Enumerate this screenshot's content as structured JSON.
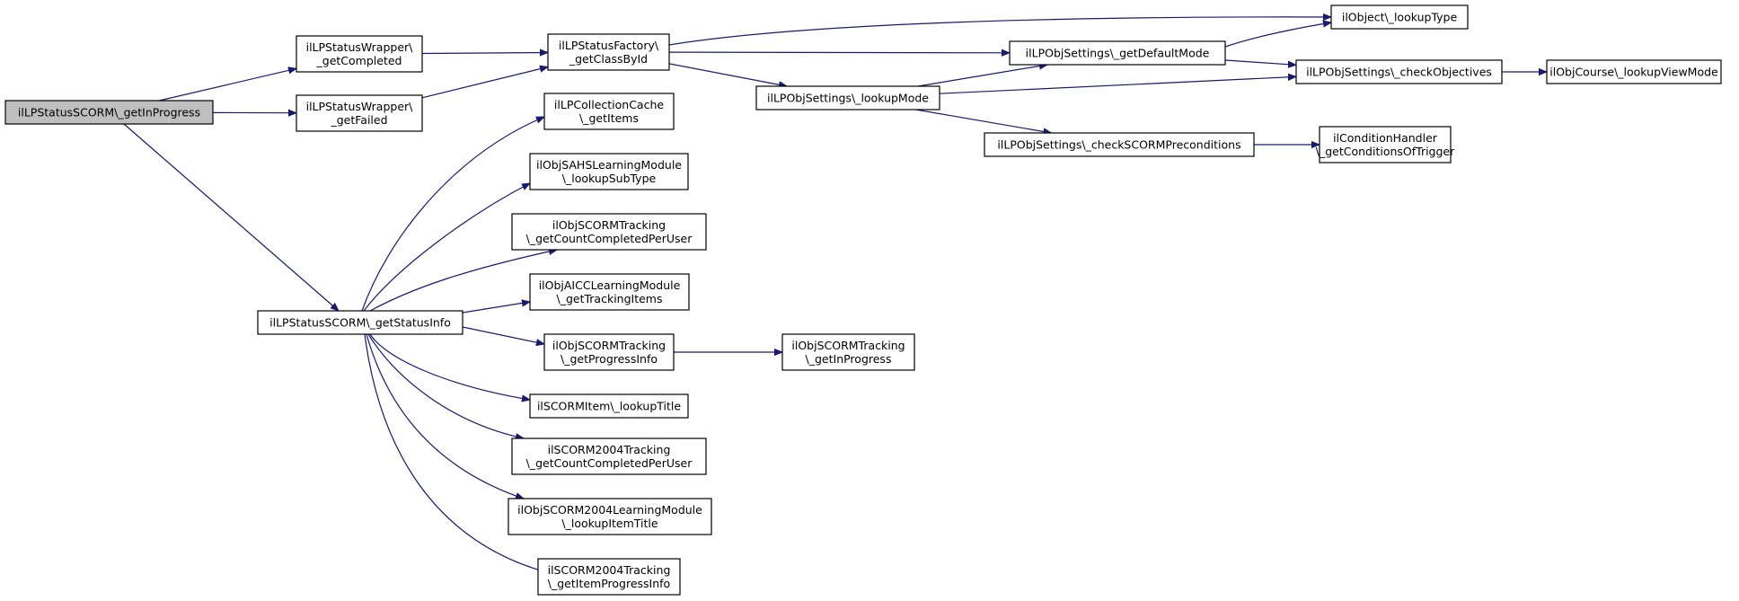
{
  "nodes": {
    "root": [
      "ilLPStatusSCORM\\_getInProgress"
    ],
    "wrap_completed": [
      "ilLPStatusWrapper\\",
      "_getCompleted"
    ],
    "wrap_failed": [
      "ilLPStatusWrapper\\",
      "_getFailed"
    ],
    "factory": [
      "ilLPStatusFactory\\",
      "_getClassById"
    ],
    "lookup_type": [
      "ilObject\\_lookupType"
    ],
    "default_mode": [
      "ilLPObjSettings\\_getDefaultMode"
    ],
    "check_objectives": [
      "ilLPObjSettings\\_checkObjectives"
    ],
    "lookup_view_mode": [
      "ilObjCourse\\_lookupViewMode"
    ],
    "lookup_mode": [
      "ilLPObjSettings\\_lookupMode"
    ],
    "check_scorm_pre": [
      "ilLPObjSettings\\_checkSCORMPreconditions"
    ],
    "conditions_trigger": [
      "ilConditionHandler",
      "\\_getConditionsOfTrigger"
    ],
    "status_info": [
      "ilLPStatusSCORM\\_getStatusInfo"
    ],
    "collection_items": [
      "ilLPCollectionCache",
      "\\_getItems"
    ],
    "sahs_subtype": [
      "ilObjSAHSLearningModule",
      "\\_lookupSubType"
    ],
    "scorm_count_completed": [
      "ilObjSCORMTracking",
      "\\_getCountCompletedPerUser"
    ],
    "aicc_tracking_items": [
      "ilObjAICCLearningModule",
      "\\_getTrackingItems"
    ],
    "scorm_progress_info": [
      "ilObjSCORMTracking",
      "\\_getProgressInfo"
    ],
    "scorm_in_progress": [
      "ilObjSCORMTracking",
      "\\_getInProgress"
    ],
    "scorm_item_title": [
      "ilSCORMItem\\_lookupTitle"
    ],
    "s2004_count_completed": [
      "ilSCORM2004Tracking",
      "\\_getCountCompletedPerUser"
    ],
    "s2004_lm_item_title": [
      "ilObjSCORM2004LearningModule",
      "\\_lookupItemTitle"
    ],
    "s2004_item_progress": [
      "ilSCORM2004Tracking",
      "\\_getItemProgressInfo"
    ]
  },
  "edges": [
    [
      "root",
      "wrap_completed"
    ],
    [
      "root",
      "wrap_failed"
    ],
    [
      "root",
      "status_info"
    ],
    [
      "wrap_completed",
      "factory"
    ],
    [
      "wrap_failed",
      "factory"
    ],
    [
      "factory",
      "lookup_type"
    ],
    [
      "factory",
      "default_mode"
    ],
    [
      "factory",
      "lookup_mode"
    ],
    [
      "default_mode",
      "lookup_type"
    ],
    [
      "default_mode",
      "check_objectives"
    ],
    [
      "lookup_mode",
      "default_mode"
    ],
    [
      "lookup_mode",
      "check_objectives"
    ],
    [
      "lookup_mode",
      "check_scorm_pre"
    ],
    [
      "check_objectives",
      "lookup_view_mode"
    ],
    [
      "check_scorm_pre",
      "conditions_trigger"
    ],
    [
      "status_info",
      "collection_items"
    ],
    [
      "status_info",
      "sahs_subtype"
    ],
    [
      "status_info",
      "scorm_count_completed"
    ],
    [
      "status_info",
      "aicc_tracking_items"
    ],
    [
      "status_info",
      "scorm_progress_info"
    ],
    [
      "status_info",
      "scorm_item_title"
    ],
    [
      "status_info",
      "s2004_count_completed"
    ],
    [
      "status_info",
      "s2004_lm_item_title"
    ],
    [
      "status_info",
      "s2004_item_progress"
    ],
    [
      "scorm_progress_info",
      "scorm_in_progress"
    ]
  ],
  "colors": {
    "edge": "#191970",
    "root_fill": "#bfbfbf",
    "node_fill": "#ffffff",
    "node_border": "#000000"
  }
}
